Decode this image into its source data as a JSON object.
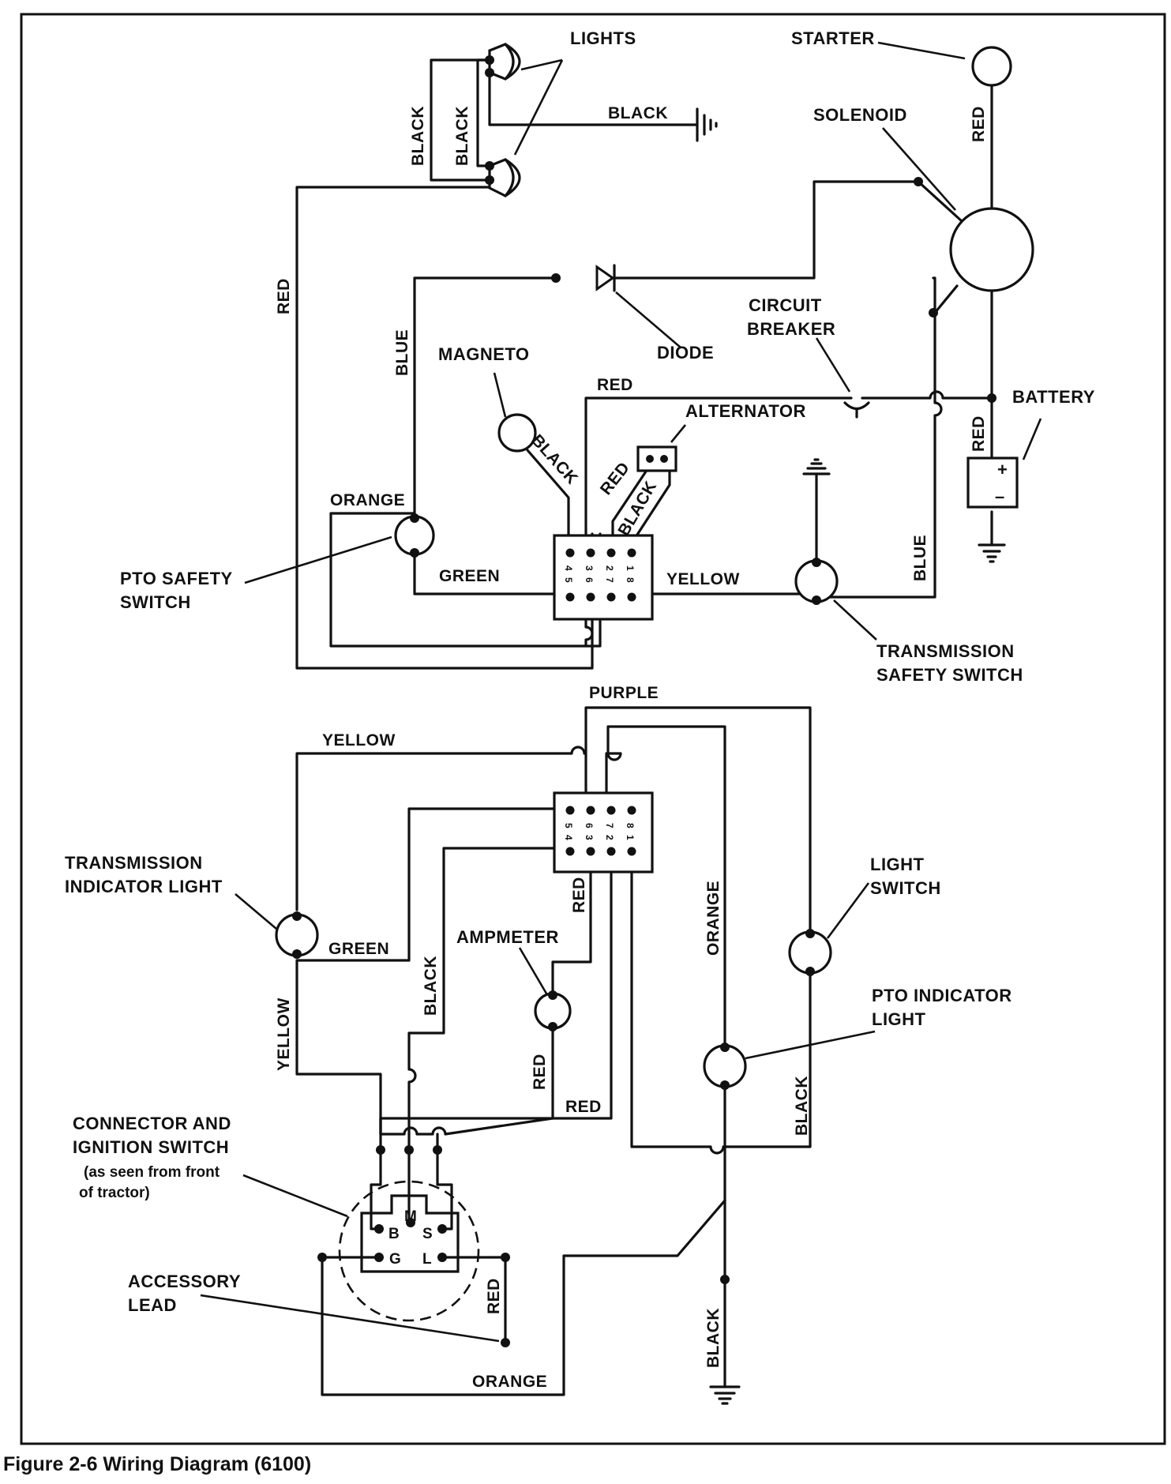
{
  "caption": "Figure 2-6  Wiring Diagram (6100)",
  "components": {
    "lights": "LIGHTS",
    "starter": "STARTER",
    "solenoid": "SOLENOID",
    "diode": "DIODE",
    "circuit_breaker": [
      "CIRCUIT",
      "BREAKER"
    ],
    "magneto": "MAGNETO",
    "alternator": "ALTERNATOR",
    "battery": "BATTERY",
    "pto_safety_switch": [
      "PTO SAFETY",
      "SWITCH"
    ],
    "transmission_safety_switch": [
      "TRANSMISSION",
      "SAFETY SWITCH"
    ],
    "transmission_indicator_light": [
      "TRANSMISSION",
      "INDICATOR LIGHT"
    ],
    "ampmeter": "AMPMETER",
    "light_switch": [
      "LIGHT",
      "SWITCH"
    ],
    "pto_indicator_light": [
      "PTO INDICATOR",
      "LIGHT"
    ],
    "connector_ignition": [
      "CONNECTOR AND",
      "IGNITION SWITCH",
      "(as seen from front",
      "of tractor)"
    ],
    "accessory_lead": [
      "ACCESSORY",
      "LEAD"
    ]
  },
  "connector_pins": {
    "top": [
      "4",
      "5",
      "3",
      "6",
      "2",
      "7",
      "1",
      "8"
    ],
    "bottom": [
      "5",
      "4",
      "6",
      "3",
      "7",
      "2",
      "8",
      "1"
    ]
  },
  "ignition_terminals": [
    "M",
    "B",
    "S",
    "G",
    "L"
  ],
  "battery_signs": [
    "+",
    "–"
  ],
  "wire_labels": {
    "black": "BLACK",
    "red": "RED",
    "blue": "BLUE",
    "orange": "ORANGE",
    "green": "GREEN",
    "yellow": "YELLOW",
    "purple": "PURPLE"
  }
}
